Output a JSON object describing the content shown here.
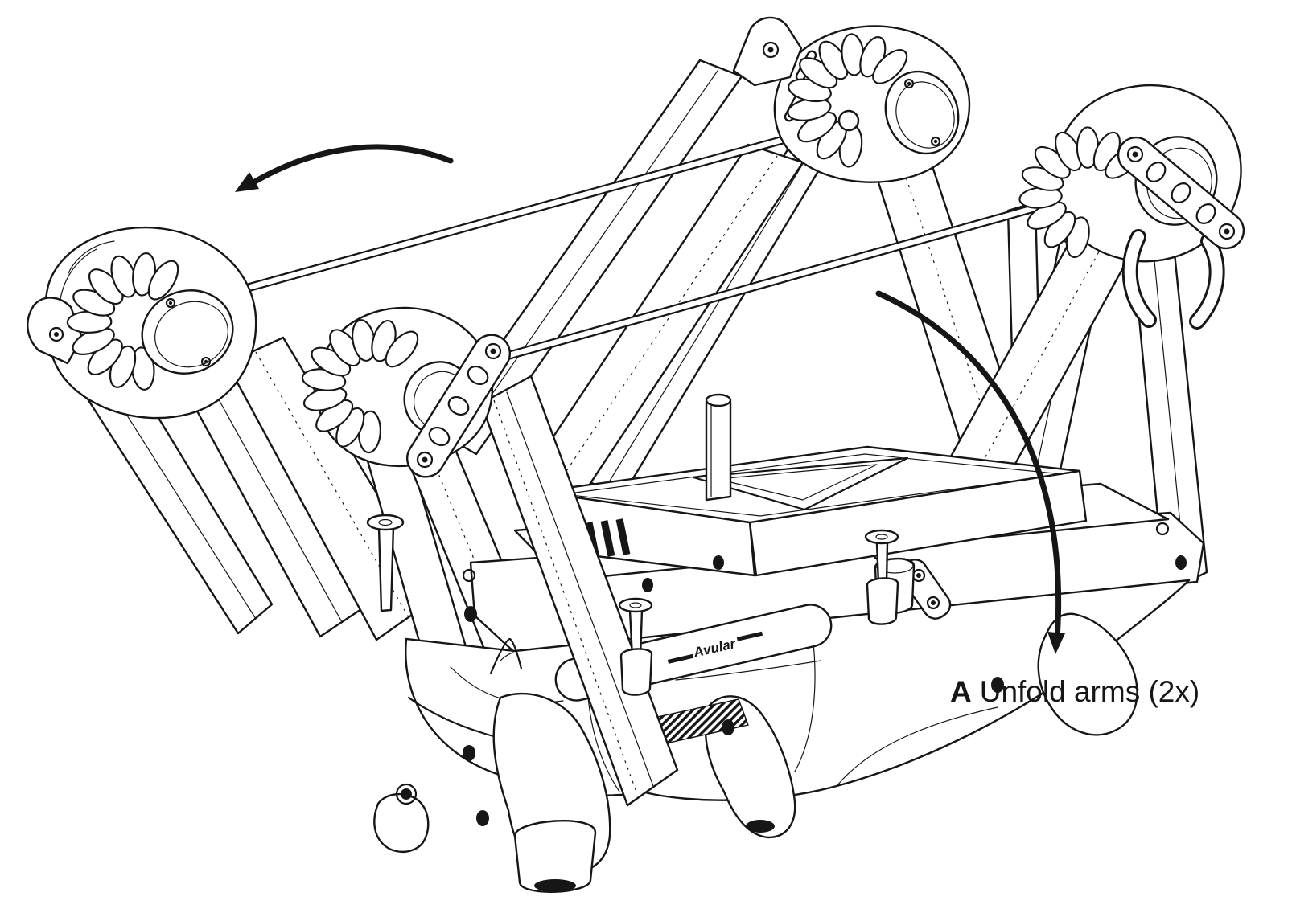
{
  "canvas": {
    "background": "#ffffff",
    "line_color": "#161616"
  },
  "illustration": {
    "alt": "Technical line drawing of an Avular quadcopter drone standing on its landing legs with all four arms folded upward and propeller blades folded down",
    "brand_label": "Avular"
  },
  "annotation": {
    "step_letter": "A",
    "step_text": "Unfold arms (2x)",
    "arrows": [
      {
        "name": "unfold-arrow-left",
        "direction": "curving-left"
      },
      {
        "name": "unfold-arrow-right",
        "direction": "curving-down"
      }
    ]
  }
}
